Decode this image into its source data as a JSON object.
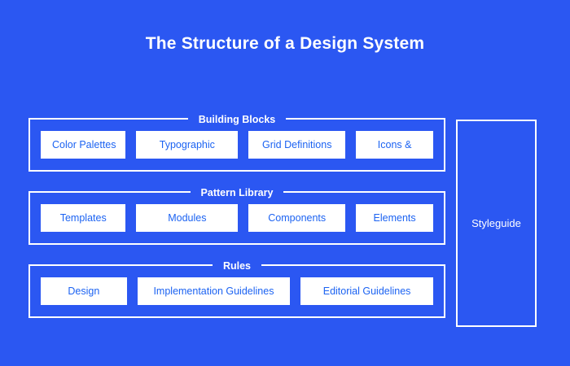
{
  "page": {
    "title": "The Structure of a Design System",
    "background_color": "#2B57F2",
    "text_color": "#FFFFFF",
    "box_fill_color": "#FFFFFF",
    "box_text_color": "#1C63F2"
  },
  "sections": [
    {
      "legend": "Building Blocks",
      "items": [
        {
          "label": "Color Palettes"
        },
        {
          "label": "Typographic"
        },
        {
          "label": "Grid Definitions"
        },
        {
          "label": "Icons &"
        }
      ]
    },
    {
      "legend": "Pattern Library",
      "items": [
        {
          "label": "Templates"
        },
        {
          "label": "Modules"
        },
        {
          "label": "Components"
        },
        {
          "label": "Elements"
        }
      ]
    },
    {
      "legend": "Rules",
      "items": [
        {
          "label": "Design"
        },
        {
          "label": "Implementation Guidelines"
        },
        {
          "label": "Editorial Guidelines"
        }
      ]
    }
  ],
  "styleguide": {
    "label": "Styleguide"
  }
}
